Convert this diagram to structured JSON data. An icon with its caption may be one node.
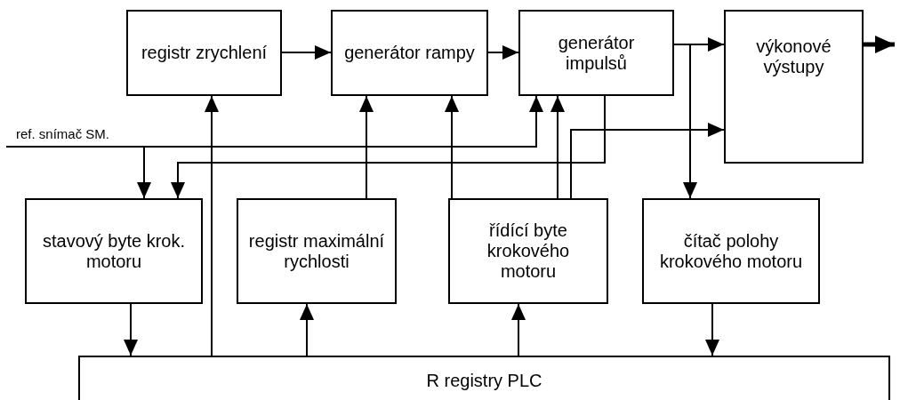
{
  "diagram": {
    "nodes": [
      {
        "text": [
          "registr zrychlení"
        ]
      },
      {
        "text": [
          "generátor rampy"
        ]
      },
      {
        "text": [
          "generátor impulsů"
        ]
      },
      {
        "text": [
          "výkonové výstupy"
        ]
      },
      {
        "text": [
          "ref. snímač SM."
        ]
      },
      {
        "text": [
          "stavový byte krok. motoru"
        ]
      },
      {
        "text": [
          "registr maximální rychlosti"
        ]
      },
      {
        "text": [
          "řídící byte krokového motoru"
        ]
      },
      {
        "text": [
          "čítač polohy krokového motoru"
        ]
      },
      {
        "text": [
          "R registry PLC"
        ]
      }
    ],
    "edges": [
      {
        "from": 0,
        "to": 1,
        "arrow": "to"
      },
      {
        "from": 1,
        "to": 2,
        "arrow": "to"
      },
      {
        "from": 2,
        "to": 3,
        "arrow": "to"
      },
      {
        "from": 2,
        "to": 8,
        "arrow": "to"
      },
      {
        "from": 3,
        "to": null,
        "arrow": "to",
        "style": "thick"
      },
      {
        "from": 9,
        "to": 0,
        "arrow": "to"
      },
      {
        "from": 6,
        "to": 1,
        "arrow": "to"
      },
      {
        "from": 7,
        "to": 1,
        "arrow": "to"
      },
      {
        "from": 7,
        "to": 2,
        "arrow": "to"
      },
      {
        "from": 7,
        "to": 3,
        "arrow": "to"
      },
      {
        "from": 2,
        "to": 5,
        "arrow": "to"
      },
      {
        "from": 4,
        "to": 2,
        "arrow": "to"
      },
      {
        "from": 4,
        "to": 5,
        "arrow": "to"
      },
      {
        "from": 5,
        "to": 9,
        "arrow": "to"
      },
      {
        "from": 9,
        "to": 6,
        "arrow": "to"
      },
      {
        "from": 9,
        "to": 7,
        "arrow": "to"
      },
      {
        "from": 8,
        "to": 9,
        "arrow": "to"
      }
    ]
  }
}
